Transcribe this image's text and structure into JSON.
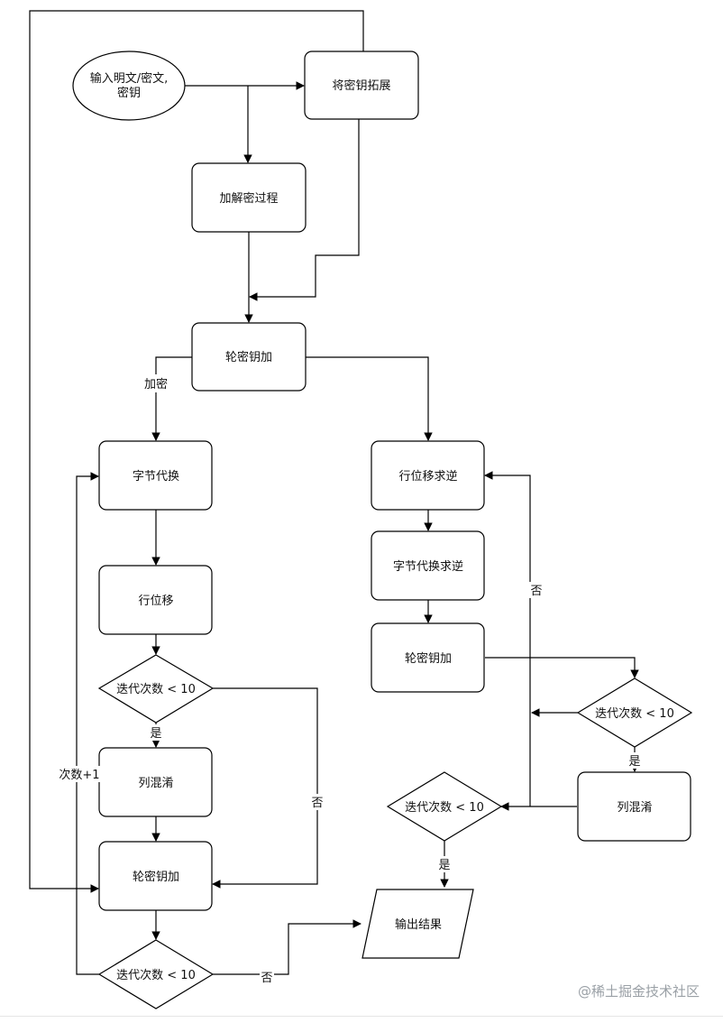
{
  "nodes": {
    "input": "输入明文/密文,\n密钥",
    "key_expand": "将密钥拓展",
    "process": "加解密过程",
    "round_key_add_top": "轮密钥加",
    "sub_bytes": "字节代换",
    "shift_rows": "行位移",
    "iter_check_left": "迭代次数 < 10",
    "mix_columns": "列混淆",
    "round_key_add_left": "轮密钥加",
    "iter_check_bottom": "迭代次数 < 10",
    "inv_shift_rows": "行位移求逆",
    "inv_sub_bytes": "字节代换求逆",
    "round_key_add_right": "轮密钥加",
    "iter_check_right": "迭代次数 < 10",
    "mix_columns_right": "列混淆",
    "iter_check_mid": "迭代次数 < 10",
    "output": "输出结果"
  },
  "edge_labels": {
    "encrypt": "加密",
    "yes_left": "是",
    "count_plus_one": "次数+1",
    "no_left": "否",
    "no_bottom": "否",
    "no_right": "否",
    "yes_right": "是",
    "yes_mid": "是"
  },
  "watermark": "@稀土掘金技术社区"
}
